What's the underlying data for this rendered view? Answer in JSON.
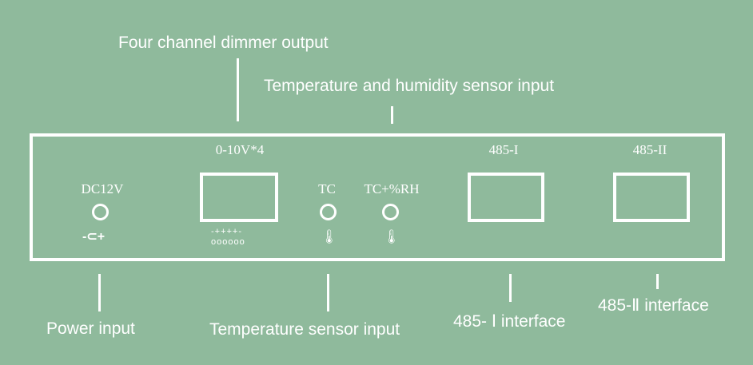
{
  "callouts": {
    "dimmer_output": "Four channel dimmer output",
    "temp_humidity_input": "Temperature and humidity sensor input",
    "power_input": "Power input",
    "temp_sensor_input": "Temperature sensor input",
    "rs485_1_interface": "485- Ⅰ interface",
    "rs485_2_interface": "485-Ⅱ interface"
  },
  "panel": {
    "dc": "DC12V",
    "dimmer": "0-10V*4",
    "terminal_marks": "-++++-",
    "tc": "TC",
    "tc_rh": "TC+%RH",
    "rs485_1": "485-I",
    "rs485_2": "485-II"
  }
}
